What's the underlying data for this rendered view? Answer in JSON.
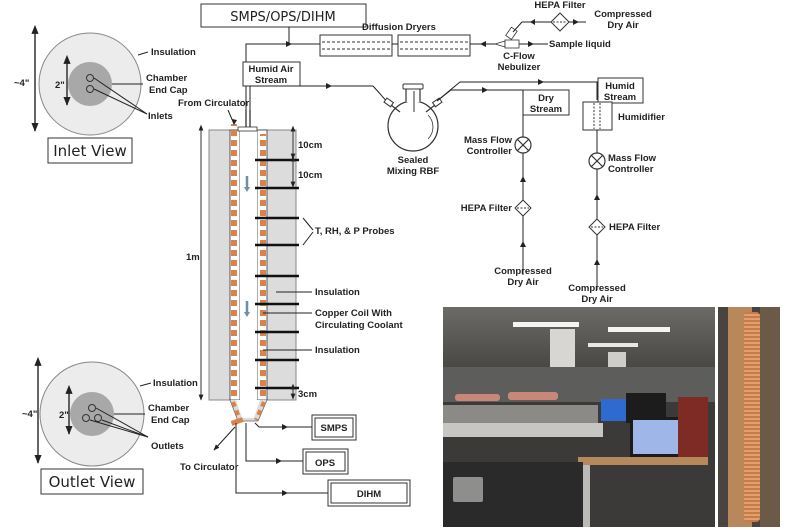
{
  "inlet_view": {
    "title": "Inlet View",
    "outer_dim": "~4\"",
    "inner_dim": "2\"",
    "insulation_label": "Insulation",
    "end_cap_label_1": "Chamber",
    "end_cap_label_2": "End Cap",
    "ports_label": "Inlets"
  },
  "outlet_view": {
    "title": "Outlet View",
    "outer_dim": "~4\"",
    "inner_dim": "2\"",
    "insulation_label": "Insulation",
    "end_cap_label_1": "Chamber",
    "end_cap_label_2": "End Cap",
    "ports_label": "Outlets"
  },
  "instruments_box": "SMPS/OPS/DIHM",
  "diffusion_dryers": "Diffusion Dryers",
  "hepa_top": "HEPA Filter",
  "compressed_top_1": "Compressed",
  "compressed_top_2": "Dry Air",
  "sample_liquid": "Sample liquid",
  "nebulizer_1": "C-Flow",
  "nebulizer_2": "Nebulizer",
  "humid_air_stream_1": "Humid Air",
  "humid_air_stream_2": "Stream",
  "from_circulator": "From Circulator",
  "to_circulator": "To Circulator",
  "rbf_1": "Sealed",
  "rbf_2": "Mixing RBF",
  "dry_stream_1": "Dry",
  "dry_stream_2": "Stream",
  "humid_stream_1": "Humid",
  "humid_stream_2": "Stream",
  "humidifier": "Humidifier",
  "mfc_left_1": "Mass Flow",
  "mfc_left_2": "Controller",
  "mfc_right_1": "Mass Flow",
  "mfc_right_2": "Controller",
  "hepa_left": "HEPA Filter",
  "hepa_right": "HEPA Filter",
  "compressed_left_1": "Compressed",
  "compressed_left_2": "Dry Air",
  "compressed_right_1": "Compressed",
  "compressed_right_2": "Dry Air",
  "chamber": {
    "length": "1m",
    "spacing_1": "10cm",
    "spacing_2": "10cm",
    "bottom_gap": "3cm",
    "probes_label": "T, RH, & P Probes",
    "insulation_outer": "Insulation",
    "coil_label_1": "Copper Coil With",
    "coil_label_2": "Circulating Coolant",
    "insulation_inner": "Insulation"
  },
  "outputs": {
    "smps": "SMPS",
    "ops": "OPS",
    "dihm": "DIHM"
  },
  "colors": {
    "copper": "#d9834a",
    "insulation": "#dcdcdc",
    "end_cap": "#a8a8a8",
    "flow_arrow": "#6f8fa5"
  }
}
